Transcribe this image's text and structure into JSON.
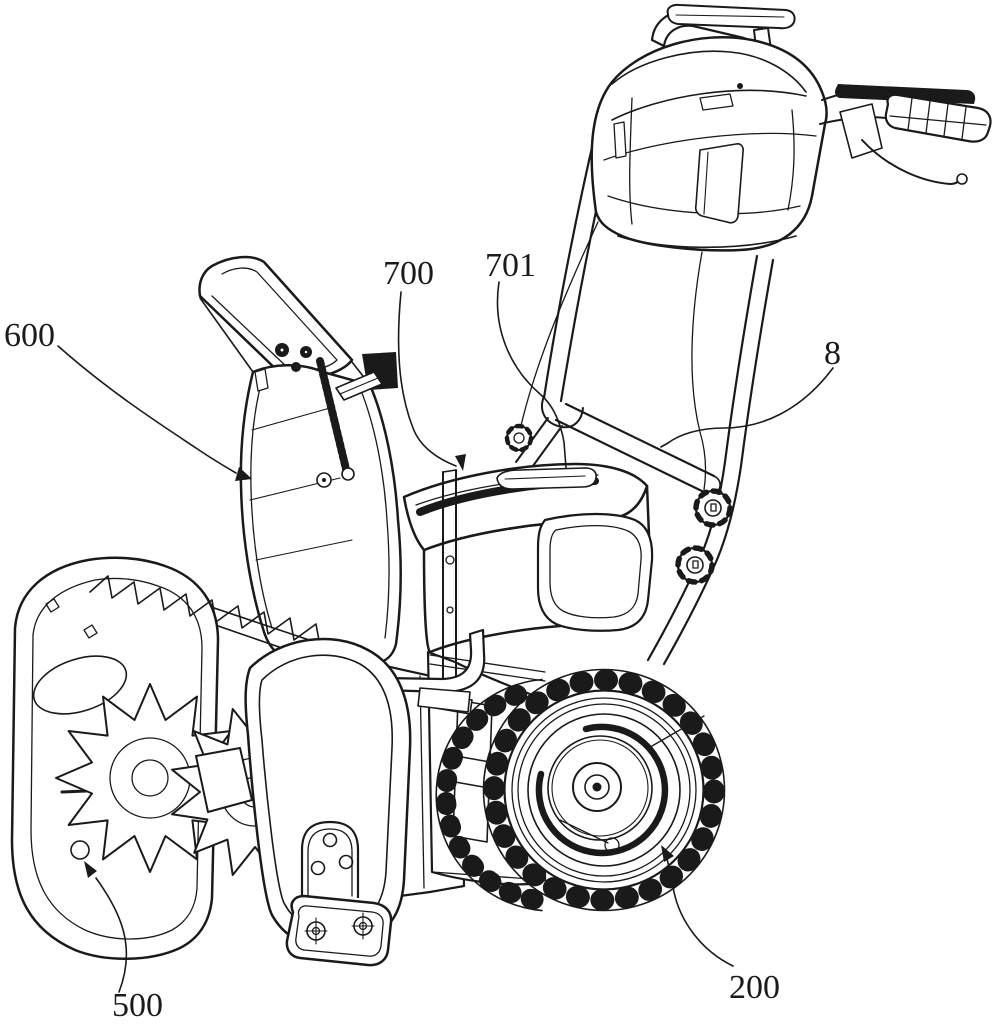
{
  "figure": {
    "kind": "patent-line-drawing",
    "background": "#ffffff",
    "ink": "#1a1a1a"
  },
  "callouts": {
    "chute": "600",
    "housing": "700",
    "clamp": "701",
    "frame": "8",
    "auger": "500",
    "wheel": "200"
  }
}
